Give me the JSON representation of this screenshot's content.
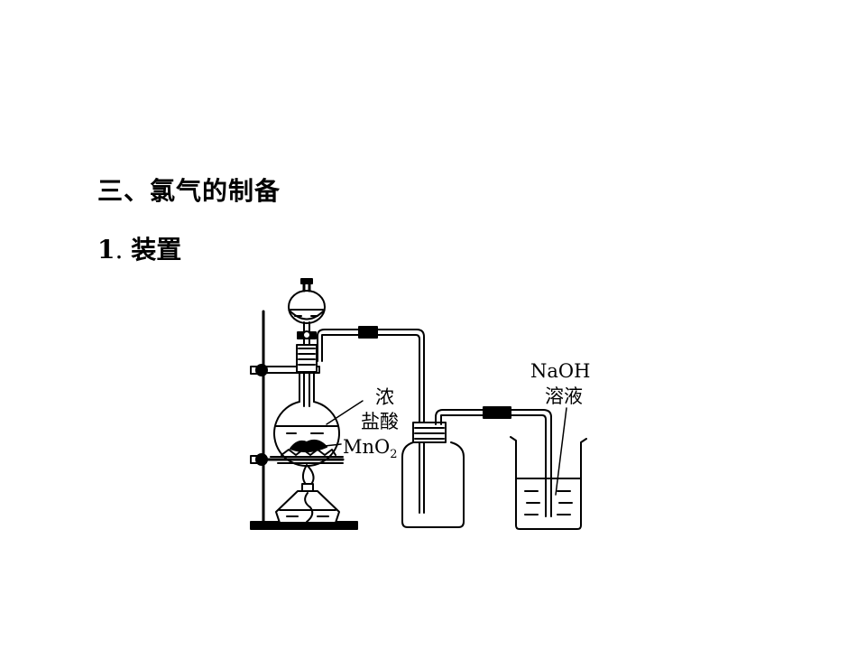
{
  "heading": "三、氯气的制备",
  "subheading": {
    "number": "1",
    "separator": ".",
    "text": "装置"
  },
  "diagram": {
    "labels": {
      "acid_line1": "浓",
      "acid_line2": "盐酸",
      "mno2_main": "MnO",
      "mno2_sub": "2",
      "naoh_line1": "NaOH",
      "naoh_line2": "溶液"
    }
  }
}
